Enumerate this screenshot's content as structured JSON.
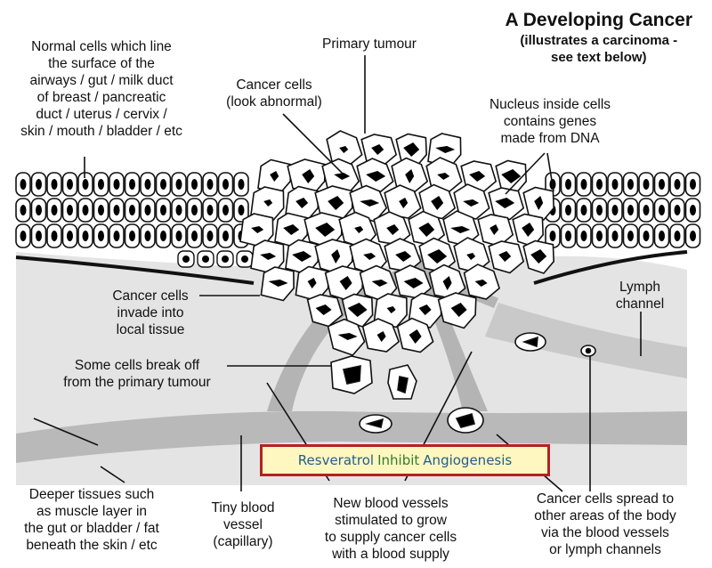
{
  "title": {
    "main": "A Developing Cancer",
    "sub_line1": "(illustrates a carcinoma -",
    "sub_line2": "see text below)"
  },
  "labels": {
    "normal_cells": [
      "Normal cells which line",
      "the  surface of the",
      "airways / gut / milk duct",
      "of breast / pancreatic",
      "duct / uterus / cervix /",
      "skin / mouth / bladder / etc"
    ],
    "primary_tumour": [
      "Primary tumour"
    ],
    "cancer_cells": [
      "Cancer cells",
      "(look abnormal)"
    ],
    "nucleus": [
      "Nucleus inside cells",
      "contains genes",
      "made from DNA"
    ],
    "invade": [
      "Cancer cells",
      "invade into",
      "local tissue"
    ],
    "lymph": [
      "Lymph",
      "channel"
    ],
    "break_off": [
      "Some cells break off",
      "from the primary tumour"
    ],
    "deeper": [
      "Deeper tissues such",
      "as  muscle layer in",
      "the gut or bladder / fat",
      "beneath the  skin / etc"
    ],
    "capillary": [
      "Tiny blood",
      "vessel",
      "(capillary)"
    ],
    "new_vessels": [
      "New blood vessels",
      "stimulated to grow",
      "to supply cancer cells",
      "with a blood supply"
    ],
    "spread": [
      "Cancer cells spread to",
      "other areas of the body",
      "via  the blood vessels",
      "or lymph channels"
    ]
  },
  "banner": {
    "word1": "Resveratrol",
    "word2": "Inhibit",
    "word3": "Angiogenesis",
    "colors": {
      "border": "#b22222",
      "background": "#fff7c0",
      "word1": "#1f5f8b",
      "word2": "#2e7d32",
      "word3": "#1f5f8b"
    }
  }
}
